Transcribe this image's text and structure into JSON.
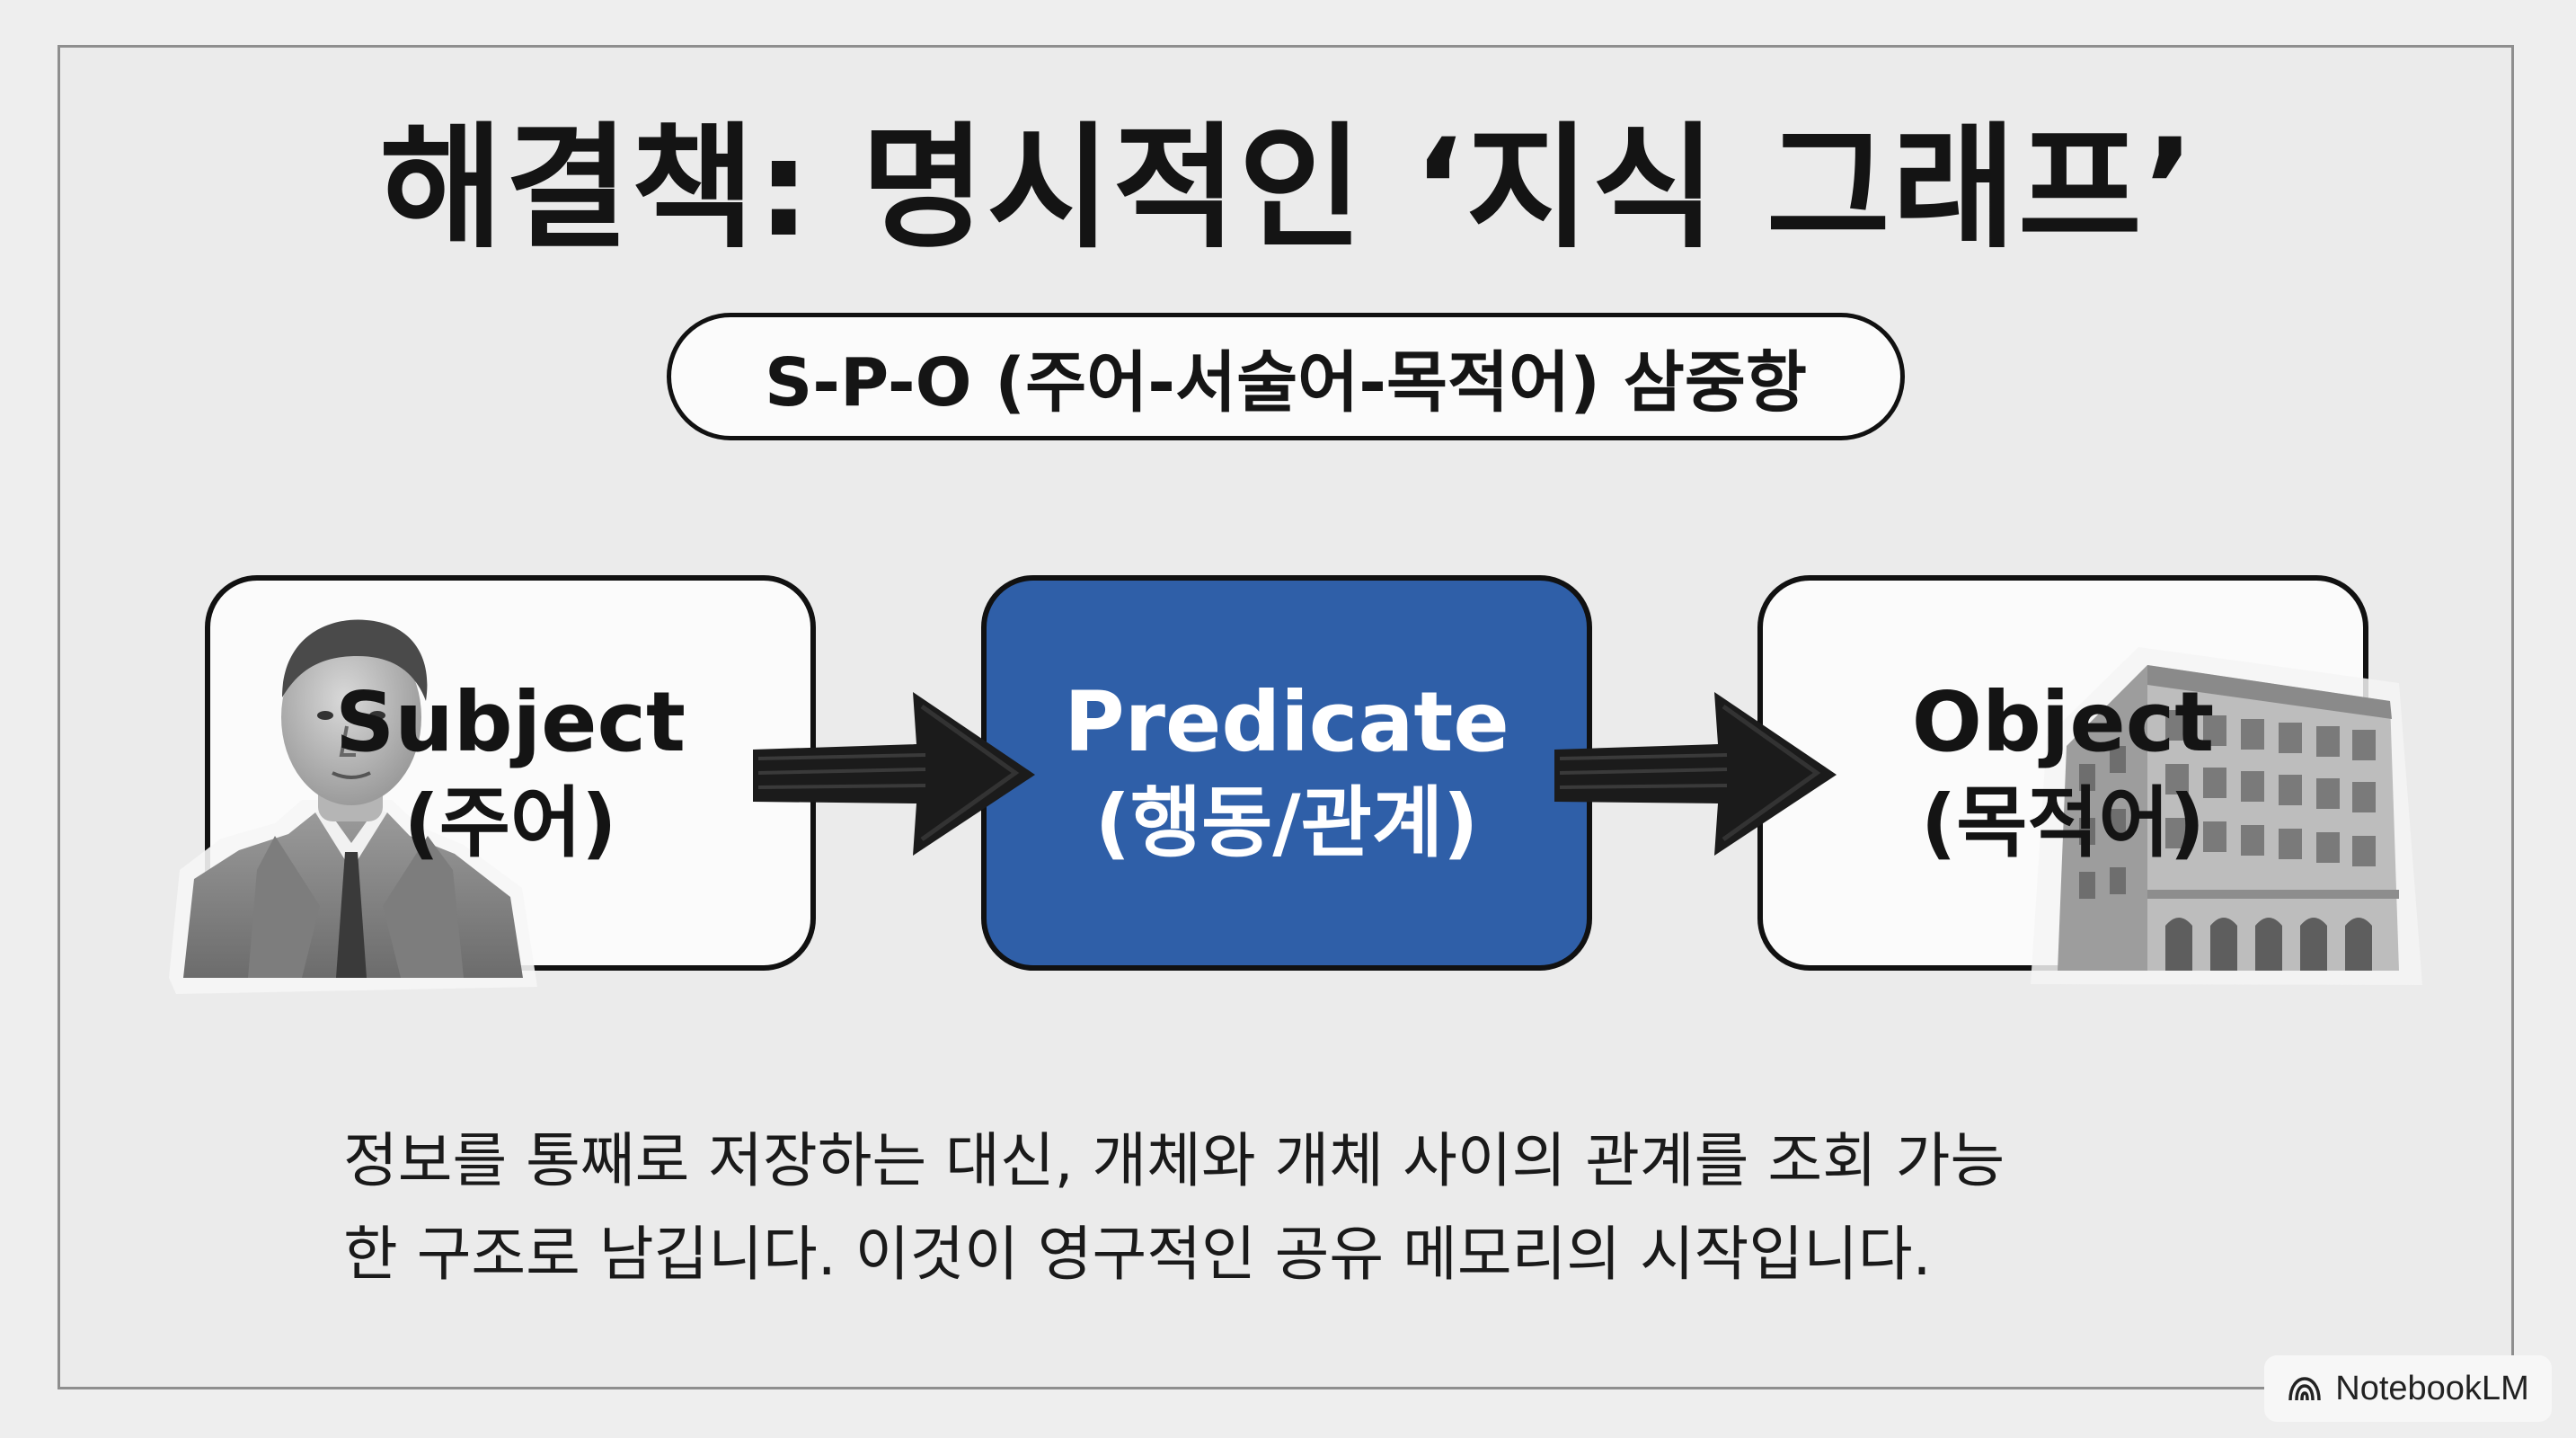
{
  "title": "해결책: 명시적인 ‘지식 그래프’",
  "subtitle": "S-P-O (주어-서술어-목적어) 삼중항",
  "nodes": [
    {
      "en": "Subject",
      "ko": "(주어)"
    },
    {
      "en": "Predicate",
      "ko": "(행동/관계)"
    },
    {
      "en": "Object",
      "ko": "(목적어)"
    }
  ],
  "description": {
    "line1": "정보를 통째로 저장하는 대신, 개체와 개체 사이의 관계를 조회 가능",
    "line2": "한 구조로 남깁니다. 이것이 영구적인 공유 메모리의 시작입니다."
  },
  "badge": {
    "label": "NotebookLM",
    "icon": "notebooklm-logo-icon"
  },
  "colors": {
    "predicate_fill": "#2f5fa8",
    "border": "#111111",
    "background": "#ebebeb"
  }
}
